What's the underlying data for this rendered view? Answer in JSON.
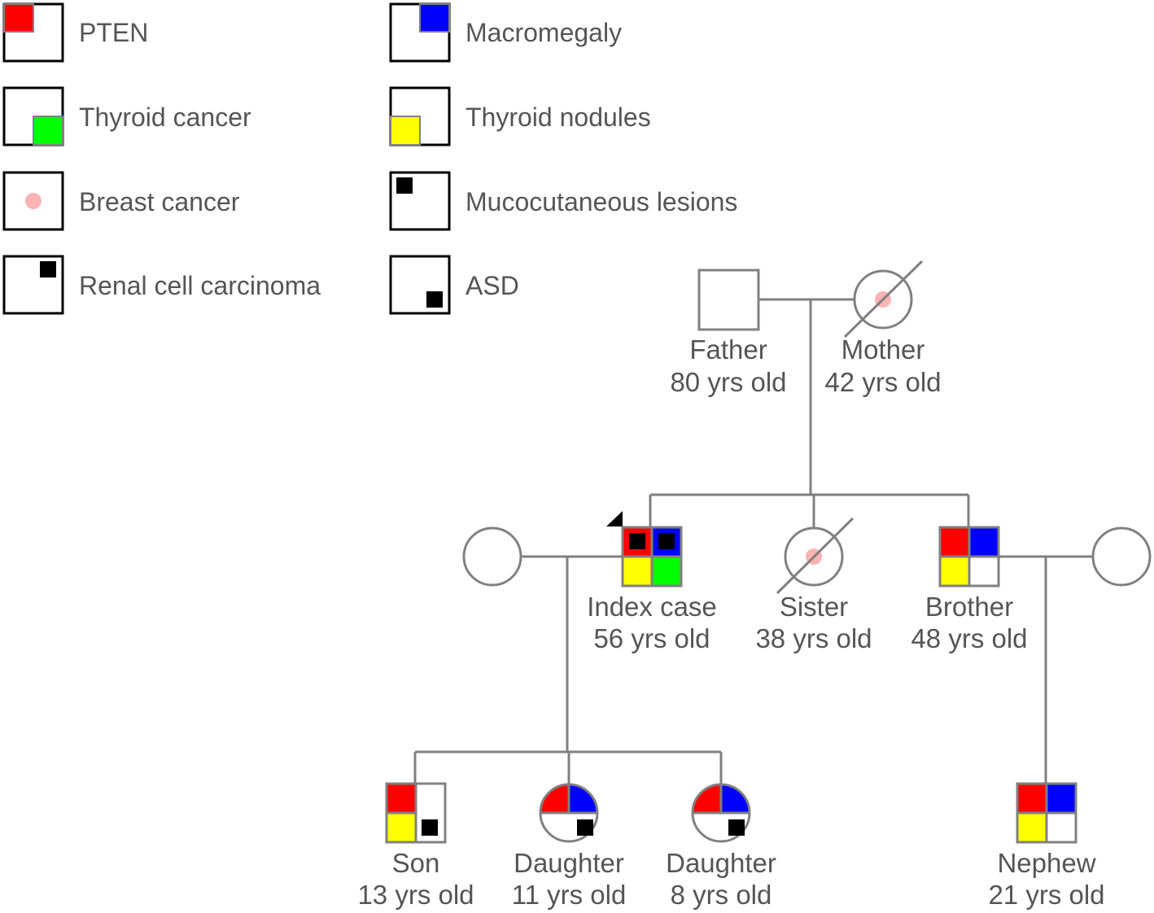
{
  "legend": [
    {
      "label": "PTEN",
      "color": "#ff0000",
      "marker": "red-top-left-square"
    },
    {
      "label": "Thyroid cancer",
      "color": "#00ff00",
      "marker": "green-bottom-right-square"
    },
    {
      "label": "Breast cancer",
      "color": "#ffb3b3",
      "marker": "pink-center-dot"
    },
    {
      "label": "Renal cell carcinoma",
      "color": "#000000",
      "marker": "black-top-right-square"
    },
    {
      "label": "Macromegaly",
      "color": "#0000ff",
      "marker": "blue-top-right-square"
    },
    {
      "label": "Thyroid nodules",
      "color": "#ffff00",
      "marker": "yellow-bottom-left-square"
    },
    {
      "label": "Mucocutaneous lesions",
      "color": "#000000",
      "marker": "black-top-left-square"
    },
    {
      "label": "ASD",
      "color": "#000000",
      "marker": "black-bottom-right-square"
    }
  ],
  "people": {
    "father": {
      "name": "Father",
      "age": "80 yrs old"
    },
    "mother": {
      "name": "Mother",
      "age": "42 yrs old"
    },
    "index": {
      "name": "Index case",
      "age": "56 yrs old"
    },
    "sister": {
      "name": "Sister",
      "age": "38 yrs old"
    },
    "brother": {
      "name": "Brother",
      "age": "48 yrs old"
    },
    "son": {
      "name": "Son",
      "age": "13 yrs old"
    },
    "daughter1": {
      "name": "Daughter",
      "age": "11 yrs old"
    },
    "daughter2": {
      "name": "Daughter",
      "age": "8 yrs old"
    },
    "nephew": {
      "name": "Nephew",
      "age": "21 yrs old"
    }
  }
}
